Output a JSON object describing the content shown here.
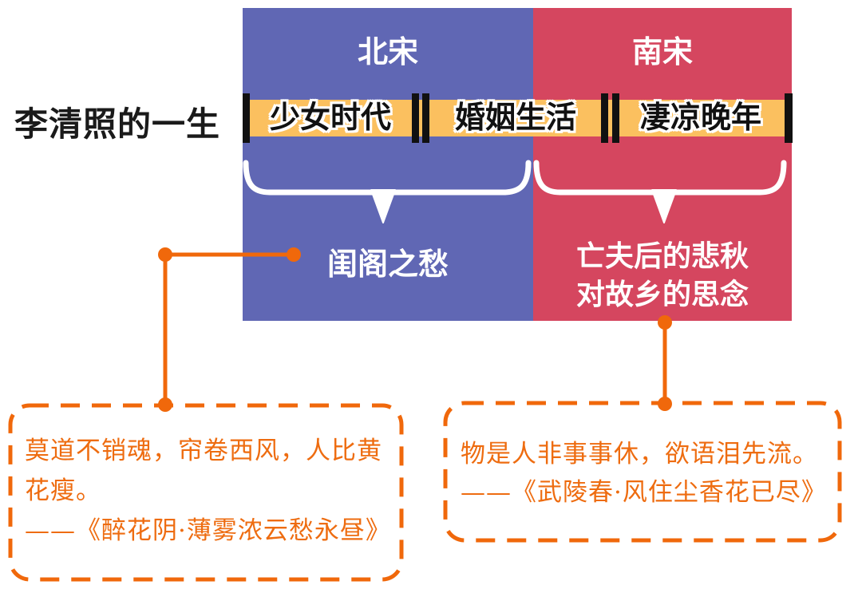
{
  "title": "李清照的一生",
  "dynasties": {
    "north": "北宋",
    "south": "南宋"
  },
  "timeline": {
    "segments": [
      "少女时代",
      "婚姻生活",
      "凄凉晚年"
    ]
  },
  "themes": {
    "north": "闺阁之愁",
    "south_line1": "亡夫后的悲秋",
    "south_line2": "对故乡的思念"
  },
  "quotes": {
    "north": {
      "text": "莫道不销魂，帘卷西风，人比黄花瘦。",
      "attribution": "——《醉花阴·薄雾浓云愁永昼》"
    },
    "south": {
      "text": "物是人非事事休，欲语泪先流。",
      "attribution": "——《武陵春·风住尘香花已尽》"
    }
  },
  "colors": {
    "north_block": "#6067b4",
    "south_block": "#d5465f",
    "timeline_band": "#fbc05f",
    "timeline_bar": "#111111",
    "connector": "#f0680b",
    "quote_text": "#ee6c10",
    "brace": "#ffffff",
    "title_text": "#1a1a1a"
  }
}
